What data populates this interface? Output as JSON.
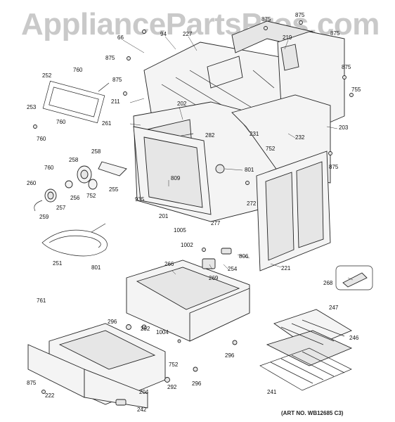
{
  "watermark": "AppliancePartsPros.com",
  "art_number": "(ART NO. WB12685 C3)",
  "parts": [
    {
      "id": "p66",
      "num": "66"
    },
    {
      "id": "p94",
      "num": "94"
    },
    {
      "id": "p227",
      "num": "227"
    },
    {
      "id": "p875a",
      "num": "875"
    },
    {
      "id": "p875b",
      "num": "875"
    },
    {
      "id": "p875c",
      "num": "875"
    },
    {
      "id": "p875d",
      "num": "875"
    },
    {
      "id": "p875e",
      "num": "875"
    },
    {
      "id": "p875f",
      "num": "875"
    },
    {
      "id": "p875g",
      "num": "875"
    },
    {
      "id": "p875h",
      "num": "875"
    },
    {
      "id": "p219",
      "num": "219"
    },
    {
      "id": "p252",
      "num": "252"
    },
    {
      "id": "p760a",
      "num": "760"
    },
    {
      "id": "p760b",
      "num": "760"
    },
    {
      "id": "p760c",
      "num": "760"
    },
    {
      "id": "p760d",
      "num": "760"
    },
    {
      "id": "p253",
      "num": "253"
    },
    {
      "id": "p211",
      "num": "211"
    },
    {
      "id": "p202",
      "num": "202"
    },
    {
      "id": "p261",
      "num": "261"
    },
    {
      "id": "p231",
      "num": "231"
    },
    {
      "id": "p232",
      "num": "232"
    },
    {
      "id": "p203",
      "num": "203"
    },
    {
      "id": "p755",
      "num": "755"
    },
    {
      "id": "p752a",
      "num": "752"
    },
    {
      "id": "p752b",
      "num": "752"
    },
    {
      "id": "p752c",
      "num": "752"
    },
    {
      "id": "p282",
      "num": "282"
    },
    {
      "id": "p801a",
      "num": "801"
    },
    {
      "id": "p801b",
      "num": "801"
    },
    {
      "id": "p258a",
      "num": "258"
    },
    {
      "id": "p258b",
      "num": "258"
    },
    {
      "id": "p255",
      "num": "255"
    },
    {
      "id": "p809",
      "num": "809"
    },
    {
      "id": "p260",
      "num": "260"
    },
    {
      "id": "p256",
      "num": "256"
    },
    {
      "id": "p257",
      "num": "257"
    },
    {
      "id": "p259",
      "num": "259"
    },
    {
      "id": "p935",
      "num": "935"
    },
    {
      "id": "p201",
      "num": "201"
    },
    {
      "id": "p272",
      "num": "272"
    },
    {
      "id": "p277",
      "num": "277"
    },
    {
      "id": "p1005",
      "num": "1005"
    },
    {
      "id": "p251",
      "num": "251"
    },
    {
      "id": "p1002",
      "num": "1002"
    },
    {
      "id": "p806",
      "num": "806"
    },
    {
      "id": "p254",
      "num": "254"
    },
    {
      "id": "p221",
      "num": "221"
    },
    {
      "id": "p266",
      "num": "266"
    },
    {
      "id": "p269",
      "num": "269"
    },
    {
      "id": "p268",
      "num": "268"
    },
    {
      "id": "p761",
      "num": "761"
    },
    {
      "id": "p296a",
      "num": "296"
    },
    {
      "id": "p296b",
      "num": "296"
    },
    {
      "id": "p296c",
      "num": "296"
    },
    {
      "id": "p292a",
      "num": "292"
    },
    {
      "id": "p292b",
      "num": "292"
    },
    {
      "id": "p1004",
      "num": "1004"
    },
    {
      "id": "p247",
      "num": "247"
    },
    {
      "id": "p246",
      "num": "246"
    },
    {
      "id": "p241",
      "num": "241"
    },
    {
      "id": "p222",
      "num": "222"
    },
    {
      "id": "p204",
      "num": "204"
    },
    {
      "id": "p242",
      "num": "242"
    }
  ]
}
